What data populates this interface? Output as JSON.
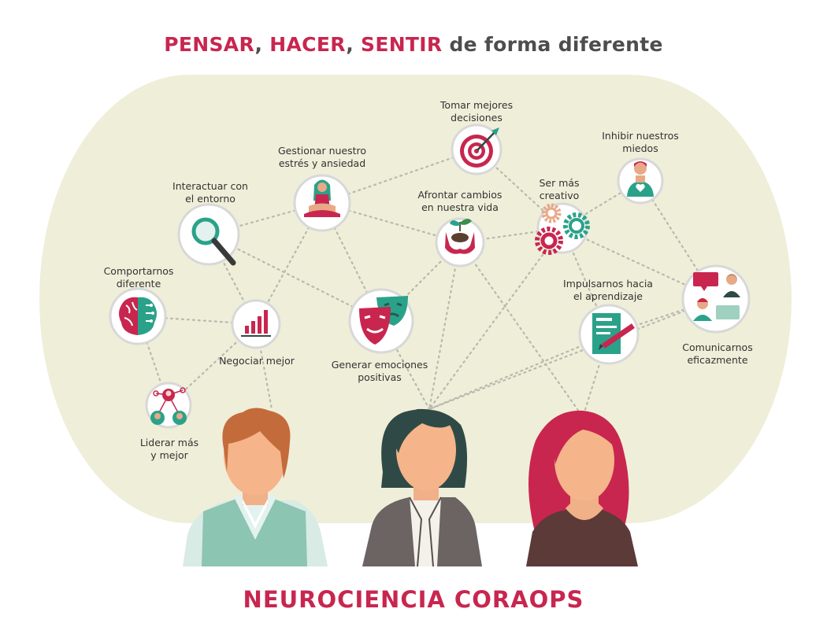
{
  "title": {
    "word1": "PENSAR",
    "sep1": ", ",
    "word2": "HACER",
    "sep2": ", ",
    "word3": "SENTIR",
    "rest": " de forma diferente"
  },
  "footer": "NEUROCIENCIA CORAOPS",
  "nodes": {
    "decisiones": [
      "Tomar mejores",
      "decisiones"
    ],
    "estres": [
      "Gestionar nuestro",
      "estrés y ansiedad"
    ],
    "miedos": [
      "Inhibir nuestros",
      "miedos"
    ],
    "entorno": [
      "Interactuar con",
      "el entorno"
    ],
    "cambios": [
      "Afrontar  cambios",
      "en nuestra vida"
    ],
    "creativo": [
      "Ser más",
      "creativo"
    ],
    "comportarnos": [
      "Comportarnos",
      "diferente"
    ],
    "aprendizaje": [
      "Impulsarnos hacia",
      "el aprendizaje"
    ],
    "negociar": [
      "Negociar mejor"
    ],
    "emociones": [
      "Generar emociones",
      "positivas"
    ],
    "comunicarnos": [
      "Comunicarnos",
      "eficazmente"
    ],
    "liderar": [
      "Liderar más",
      "y mejor"
    ]
  },
  "colors": {
    "accent": "#c8264f",
    "teal": "#2aa28a",
    "oval": "#efeed9",
    "text": "#4d4d4d"
  },
  "icons": {
    "decisiones": "target-icon",
    "estres": "meditation-icon",
    "miedos": "person-heart-icon",
    "entorno": "magnifier-icon",
    "cambios": "hands-plant-icon",
    "creativo": "gears-icon",
    "comportarnos": "brain-icon",
    "aprendizaje": "document-pencil-icon",
    "negociar": "bar-chart-icon",
    "emociones": "theater-masks-icon",
    "comunicarnos": "chat-people-icon",
    "liderar": "network-people-icon"
  }
}
